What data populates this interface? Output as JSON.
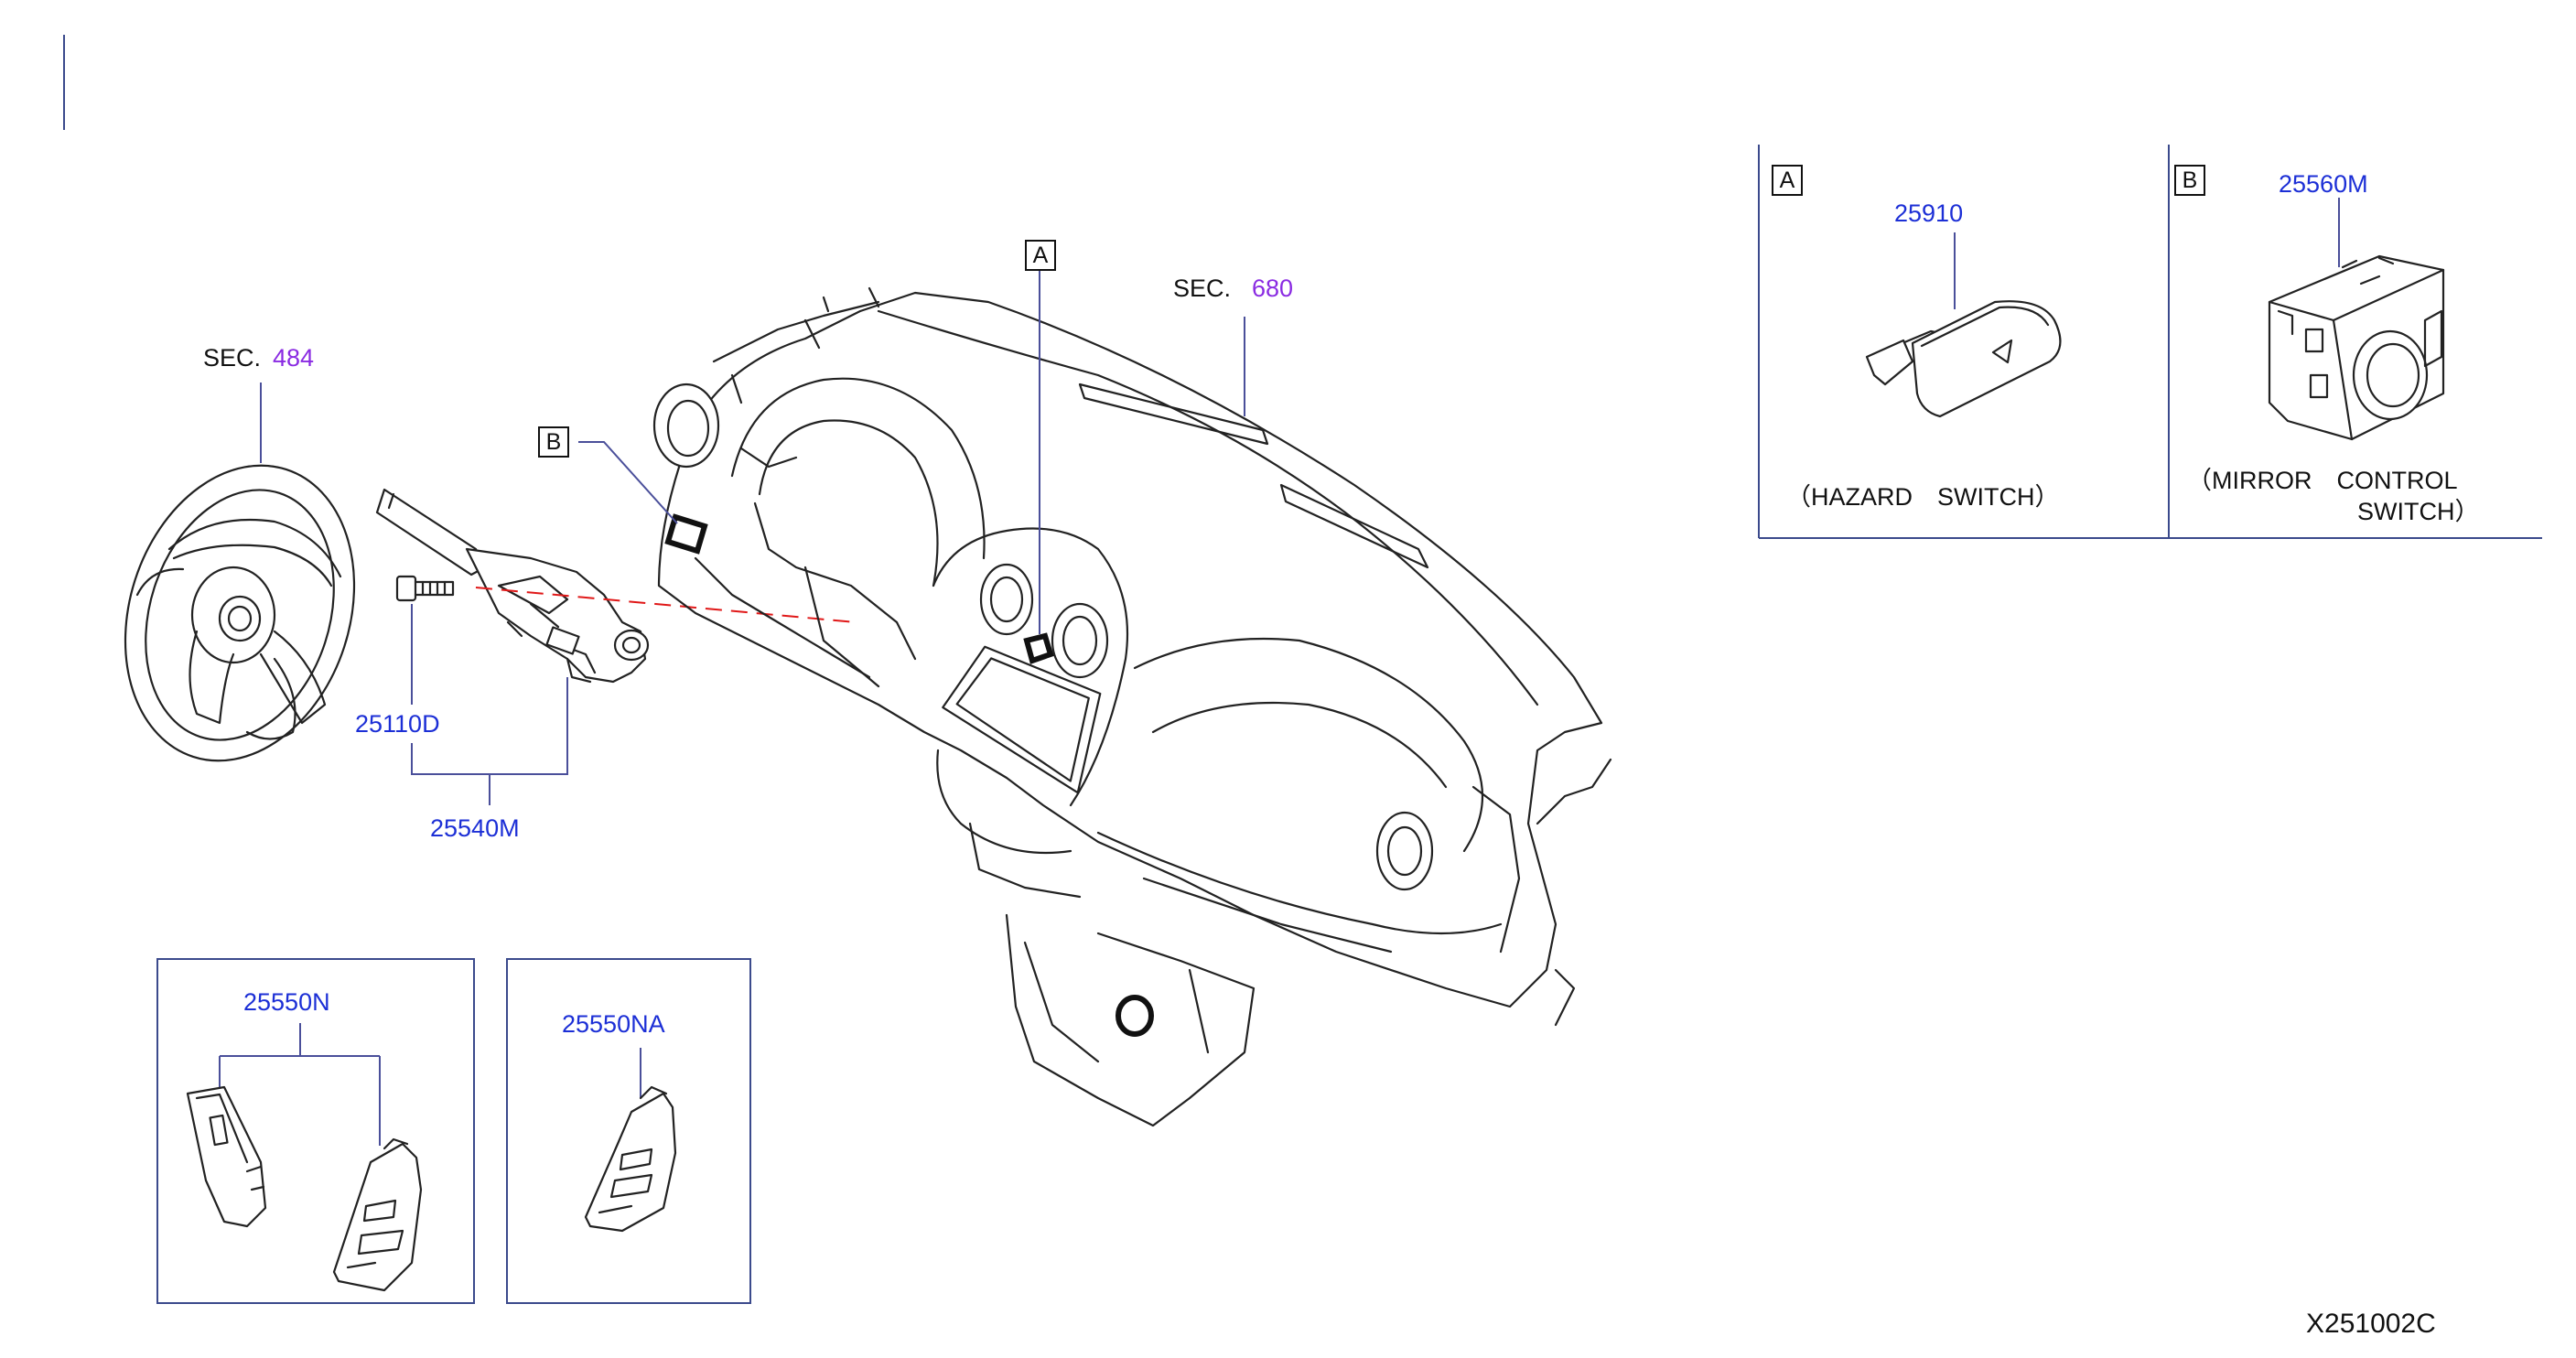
{
  "sections": {
    "steering_wheel": {
      "prefix": "SEC.",
      "number": "484"
    },
    "instrument_panel": {
      "prefix": "SEC.",
      "number": "680"
    }
  },
  "parts": {
    "bolt": "25110D",
    "combination_switch": "25540M",
    "steering_switch": "25550N",
    "steering_switch_alt": "25550NA",
    "hazard_switch": "25910",
    "mirror_switch": "25560M"
  },
  "callouts": {
    "a": "A",
    "b": "B"
  },
  "insets": {
    "a": {
      "letter": "A",
      "caption": "（HAZARD　SWITCH）"
    },
    "b": {
      "letter": "B",
      "caption_line1": "（MIRROR　CONTROL",
      "caption_line2": "SWITCH）"
    }
  },
  "diagram_code": "X251002C",
  "colors": {
    "part_number": "#1c2fd6",
    "section_number": "#8a2be2",
    "leader": "#4a4f9a",
    "hidden_line": "#e01818"
  }
}
